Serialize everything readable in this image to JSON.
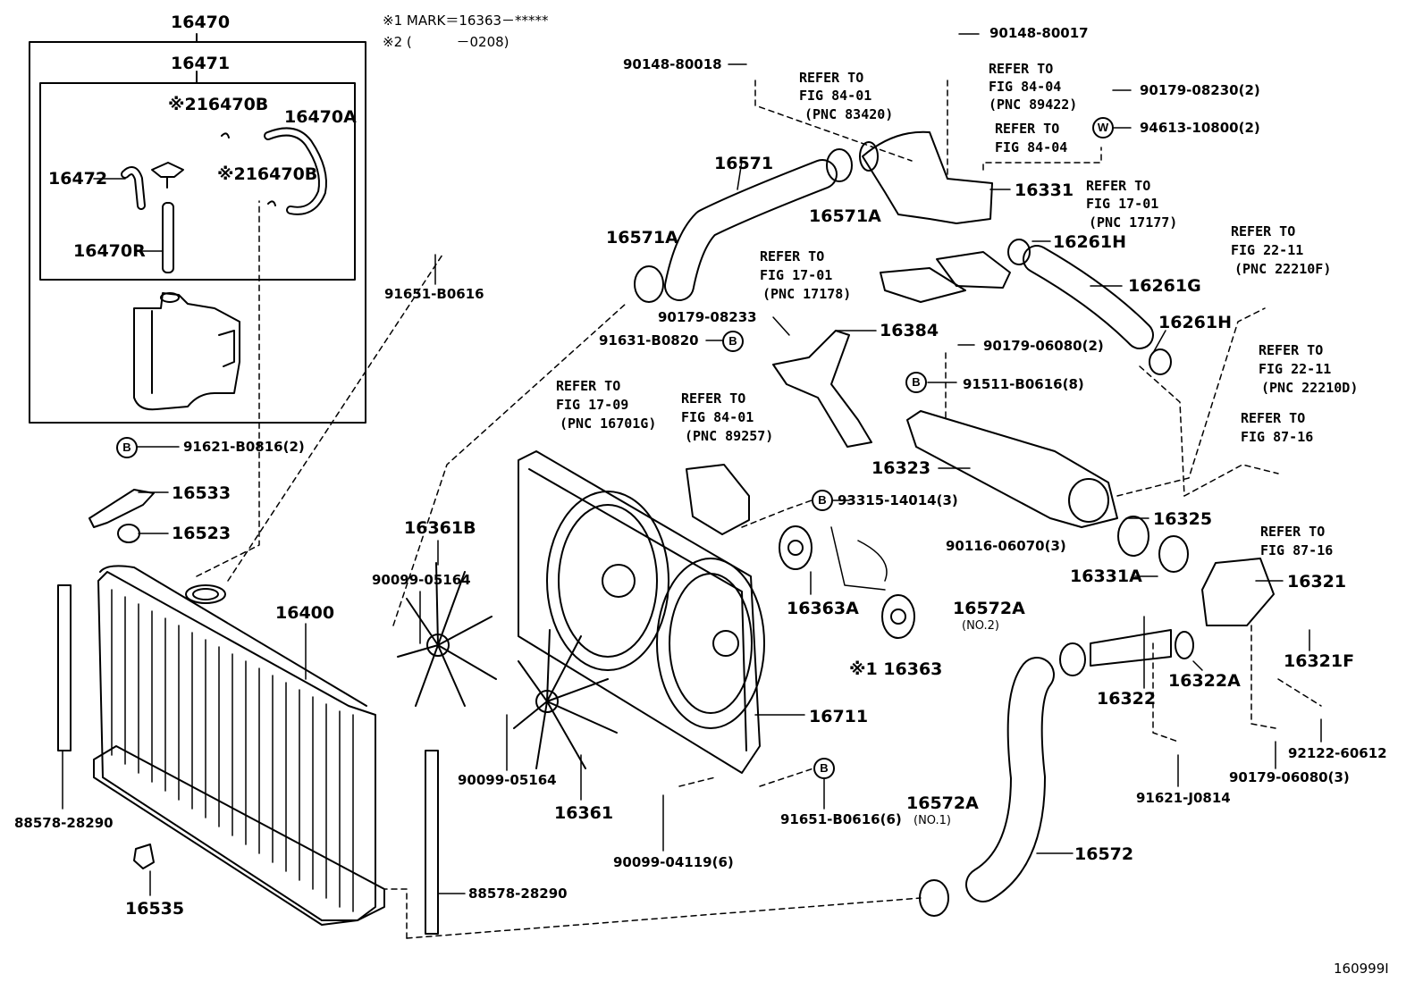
{
  "notes": {
    "note1": "※1 MARK＝16363－*****",
    "note2": "※2 (　　　 －0208)"
  },
  "boxes": {
    "outer_label": "16470",
    "inner_label": "16471"
  },
  "parts": {
    "p16470B_a": "※216470B",
    "p16470A": "16470A",
    "p16472": "16472",
    "p16470B_b": "※216470B",
    "p16470R": "16470R",
    "p91651_top": "91651-B0616",
    "p91621": "91621-B0816(2)",
    "p16533": "16533",
    "p16523": "16523",
    "p16400": "16400",
    "p88578_left": "88578-28290",
    "p16535": "16535",
    "p88578_right": "88578-28290",
    "p16361B": "16361B",
    "p90099_a": "90099-05164",
    "p90099_b": "90099-05164",
    "p16361": "16361",
    "p90099_04119": "90099-04119(6)",
    "p91651_bot": "91651-B0616(6)",
    "p16711": "16711",
    "p16363": "※1 16363",
    "p16363A": "16363A",
    "p93315": "93315-14014(3)",
    "p16571": "16571",
    "p16571A_a": "16571A",
    "p16571A_b": "16571A",
    "p90148_80018": "90148-80018",
    "p90148_80017": "90148-80017",
    "p90179_08230": "90179-08230(2)",
    "p94613": "94613-10800(2)",
    "p16331": "16331",
    "p16261H_a": "16261H",
    "p16261G": "16261G",
    "p16261H_b": "16261H",
    "p90179_08233": "90179-08233",
    "p91631": "91631-B0820",
    "p16384": "16384",
    "p90179_06080_2": "90179-06080(2)",
    "p91511": "91511-B0616(8)",
    "p16323": "16323",
    "p16325": "16325",
    "p90116": "90116-06070(3)",
    "p16331A": "16331A",
    "p16321": "16321",
    "p16321F": "16321F",
    "p16572A_no2": "16572A",
    "p16572A_no2_sub": "(NO.2)",
    "p16322": "16322",
    "p16322A": "16322A",
    "p92122": "92122-60612",
    "p90179_06080_3": "90179-06080(3)",
    "p91621_J0814": "91621-J0814",
    "p16572A_no1": "16572A",
    "p16572A_no1_sub": "(NO.1)",
    "p16572": "16572",
    "code": "160999I"
  },
  "refs": {
    "r1": [
      "REFER TO",
      "FIG 84-01",
      "(PNC 83420)"
    ],
    "r2": [
      "REFER TO",
      "FIG 84-04",
      "(PNC 89422)"
    ],
    "r3": [
      "REFER TO",
      "FIG 84-04"
    ],
    "r4": [
      "REFER TO",
      "FIG 17-01",
      "(PNC 17177)"
    ],
    "r5": [
      "REFER TO",
      "FIG 22-11",
      "(PNC 22210F)"
    ],
    "r6": [
      "REFER TO",
      "FIG 17-01",
      "(PNC 17178)"
    ],
    "r7": [
      "REFER TO",
      "FIG 22-11",
      "(PNC 22210D)"
    ],
    "r8": [
      "REFER TO",
      "FIG 17-09",
      "(PNC 16701G)"
    ],
    "r9": [
      "REFER TO",
      "FIG 84-01",
      "(PNC 89257)"
    ],
    "r10": [
      "REFER TO",
      "FIG 87-16"
    ],
    "r11": [
      "REFER TO",
      "FIG 87-16"
    ]
  },
  "markers": {
    "b": "B",
    "w": "W"
  }
}
